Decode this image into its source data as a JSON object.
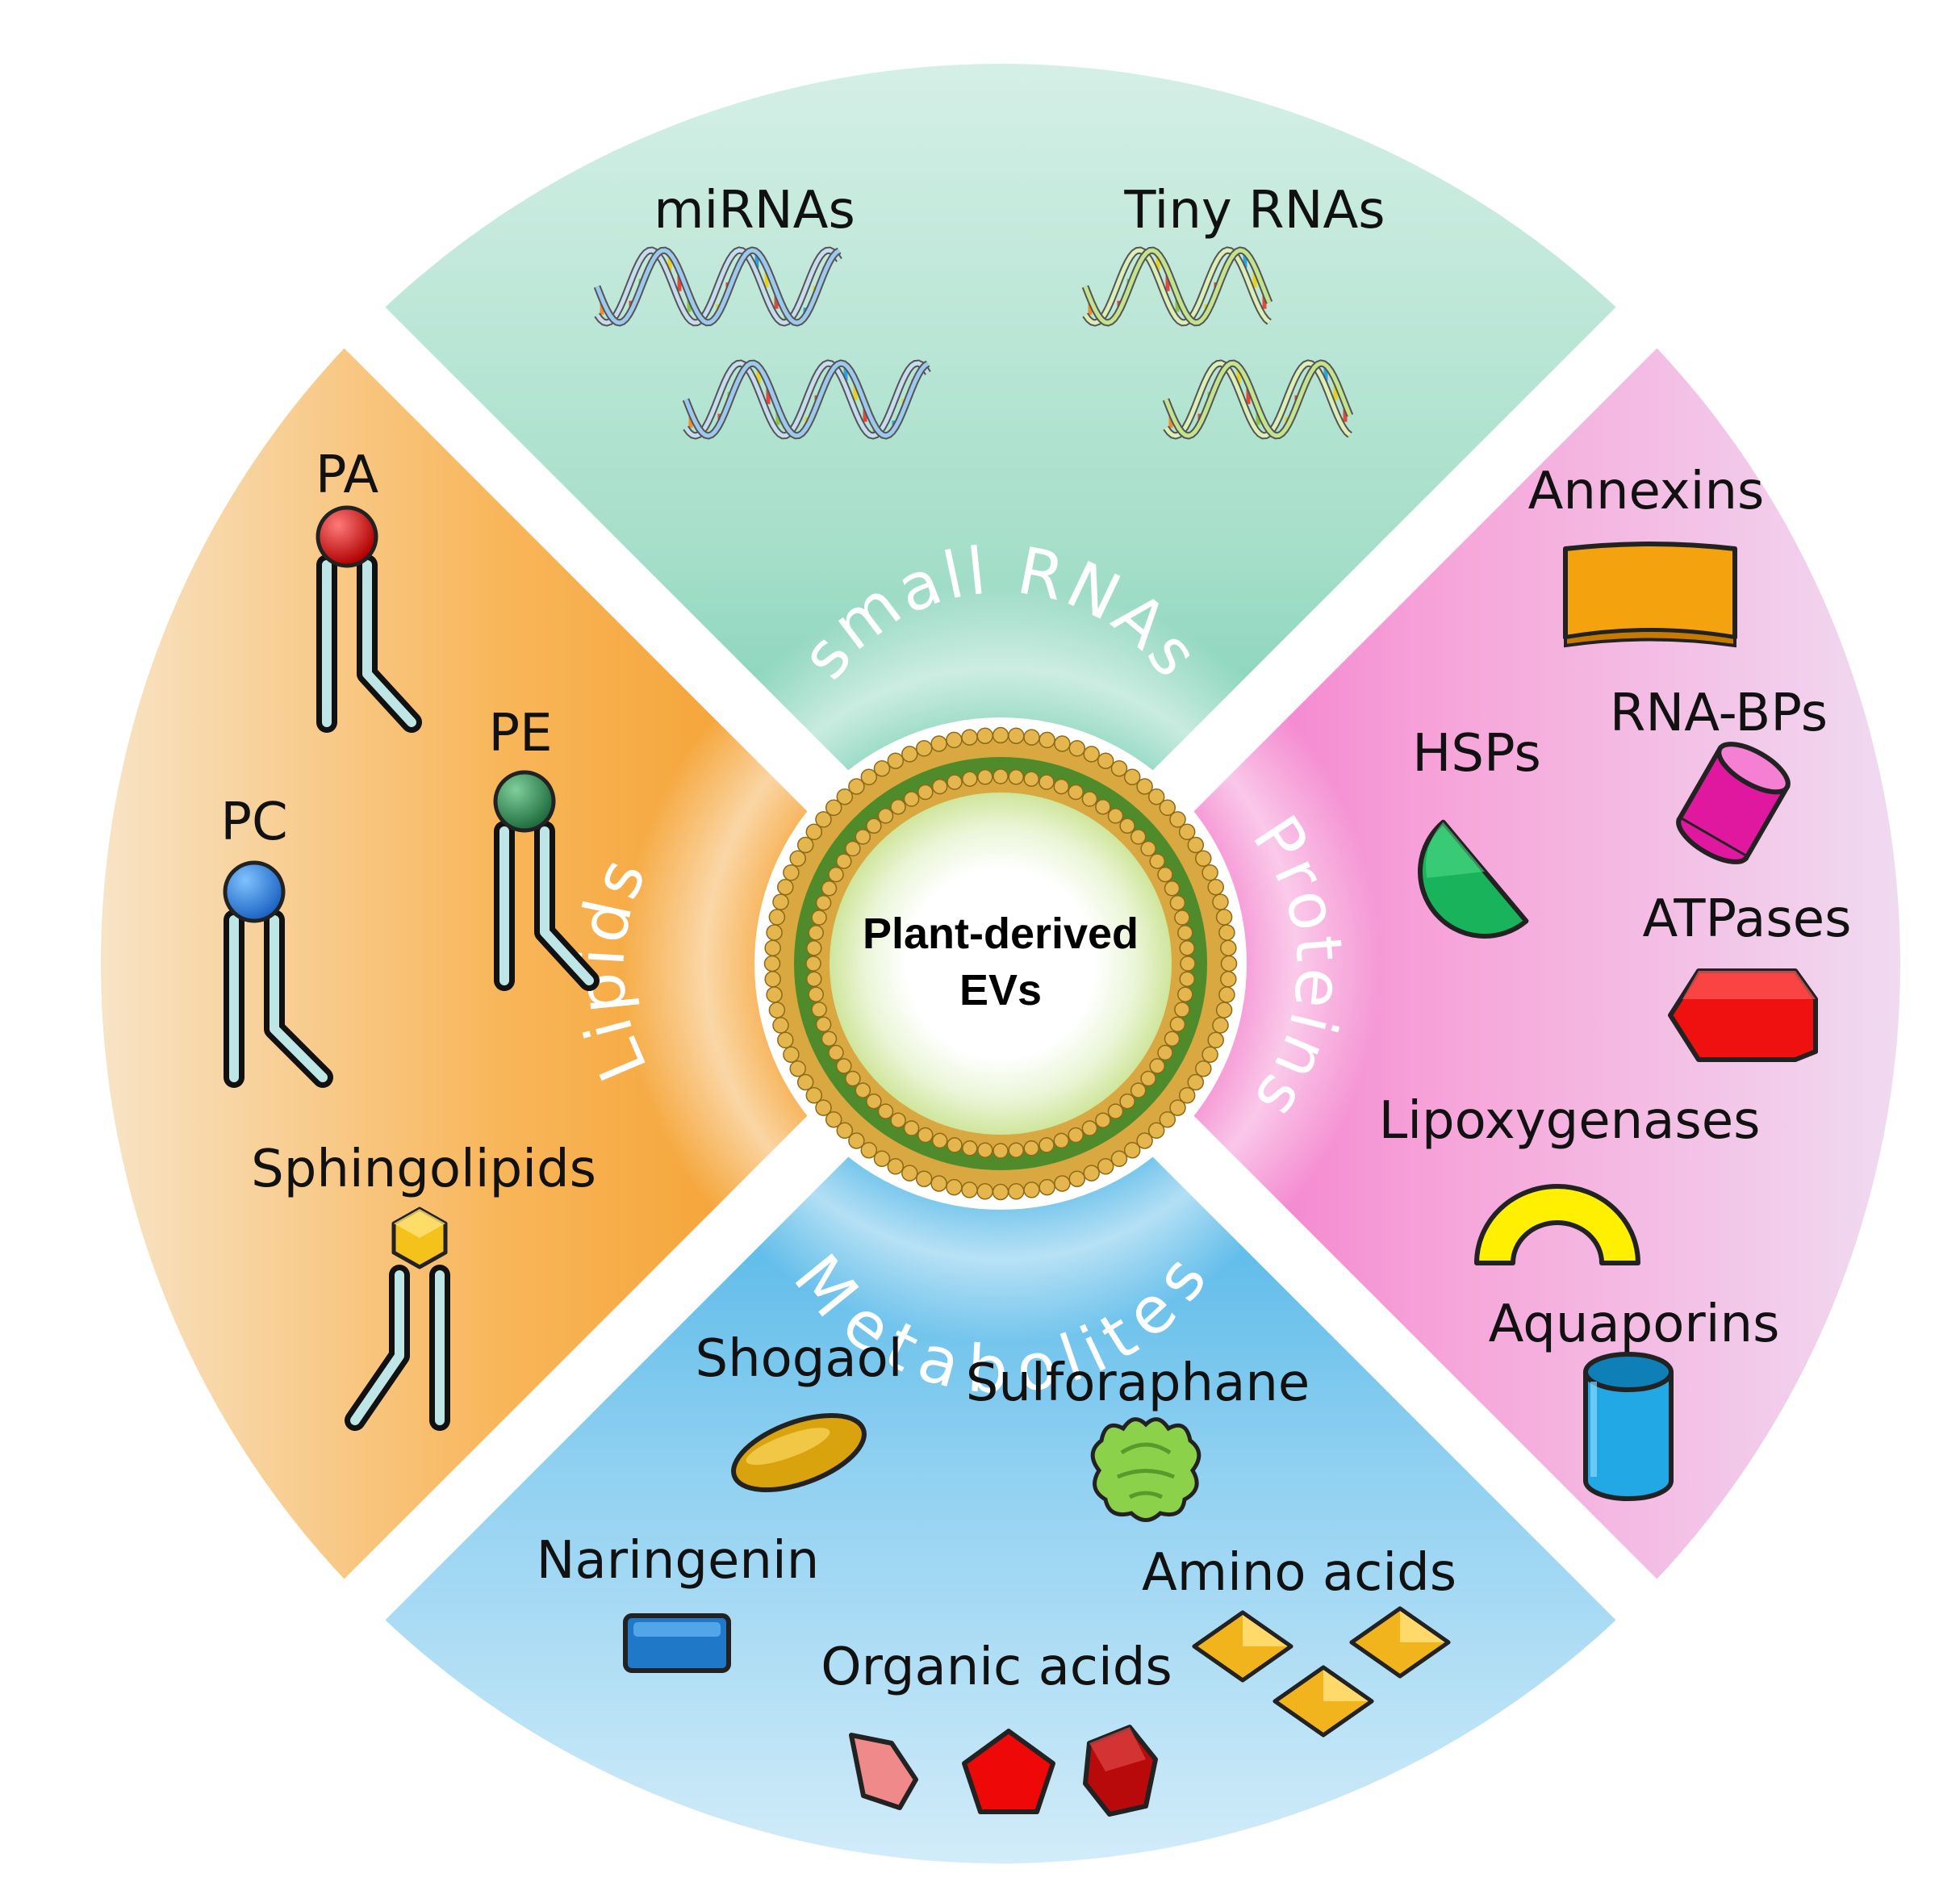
{
  "center": {
    "line1": "Plant-derived",
    "line2": "EVs"
  },
  "sectors": {
    "small_rnas": {
      "title": "small RNAs",
      "items": {
        "mirnas": "miRNAs",
        "tiny_rnas": "Tiny RNAs"
      }
    },
    "proteins": {
      "title": "Proteins",
      "items": {
        "annexins": "Annexins",
        "rna_bps": "RNA-BPs",
        "hsps": "HSPs",
        "atpases": "ATPases",
        "lipoxygenases": "Lipoxygenases",
        "aquaporins": "Aquaporins"
      }
    },
    "metabolites": {
      "title": "Metabolites",
      "items": {
        "shogaol": "Shogaol",
        "sulforaphane": "Sulforaphane",
        "naringenin": "Naringenin",
        "amino_acids": "Amino acids",
        "organic_acids": "Organic acids"
      }
    },
    "lipids": {
      "title": "Lipids",
      "items": {
        "pa": "PA",
        "pc": "PC",
        "pe": "PE",
        "sphingolipids": "Sphingolipids"
      }
    }
  },
  "colors": {
    "small_rnas": "#6fcfb3",
    "proteins": "#f472c8",
    "metabolites": "#2fa9e2",
    "lipids": "#f59a1e",
    "vesicle_membrane": "#4f8a2b",
    "vesicle_beads": "#d9a840"
  },
  "icons": {
    "mirnas": "rna-helix-blue-icon",
    "tiny_rnas": "rna-helix-green-icon",
    "annexins": "orange-curved-block-icon",
    "rna_bps": "magenta-cylinder-icon",
    "hsps": "green-half-disc-icon",
    "atpases": "red-hexagon-icon",
    "lipoxygenases": "yellow-arch-icon",
    "aquaporins": "blue-cup-icon",
    "shogaol": "gold-ellipse-icon",
    "sulforaphane": "green-blob-icon",
    "naringenin": "blue-rectangle-icon",
    "amino_acids": "gold-diamond-icon",
    "organic_acids": "red-pentagon-icon",
    "pa": "red-headed-lipid-icon",
    "pc": "blue-headed-lipid-icon",
    "pe": "green-headed-lipid-icon",
    "sphingolipids": "gold-hexagon-lipid-icon"
  }
}
